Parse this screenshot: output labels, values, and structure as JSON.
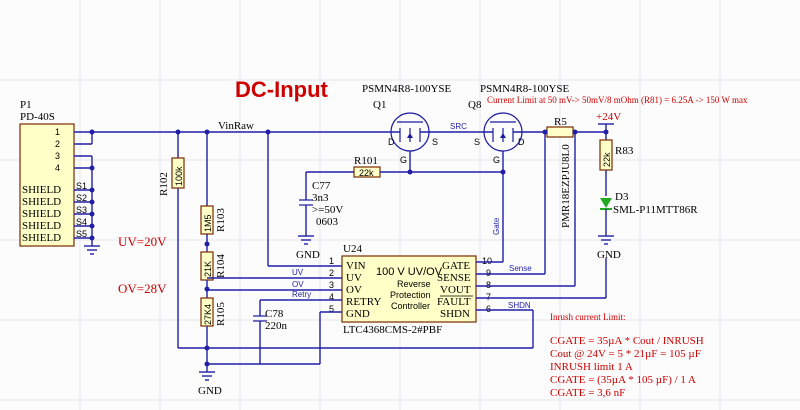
{
  "title": "DC-Input",
  "connector": {
    "ref": "P1",
    "part": "PD-40S",
    "pins": [
      "1",
      "2",
      "3",
      "4"
    ],
    "shields": [
      {
        "label": "SHIELD",
        "pin": "S1"
      },
      {
        "label": "SHIELD",
        "pin": "S2"
      },
      {
        "label": "SHIELD",
        "pin": "S3"
      },
      {
        "label": "SHIELD",
        "pin": "S4"
      },
      {
        "label": "SHIELD",
        "pin": "S5"
      }
    ]
  },
  "nets": {
    "vinraw": "VinRaw",
    "plus24": "+24V",
    "src": "SRC",
    "gate": "Gate",
    "sense": "Sense",
    "uv": "UV",
    "ov": "OV",
    "retry": "Retry",
    "shdn": "SHDN",
    "gnd_c77": "GND",
    "gnd_d3": "GND",
    "gnd_main": "GND"
  },
  "labels": {
    "uv_set": "UV=20V",
    "ov_set": "OV=28V",
    "current_limit": "Current Limit at 50 mV-> 50mV/8 mOhm (R81) = 6.25A -> 150 W max"
  },
  "q1": {
    "part": "PSMN4R8-100YSE",
    "ref": "Q1",
    "d": "D",
    "s": "S",
    "g": "G"
  },
  "q8": {
    "part": "PSMN4R8-100YSE",
    "ref": "Q8",
    "d": "D",
    "s": "S",
    "g": "G"
  },
  "r5": {
    "ref": "R5",
    "value": "PMR18EZPJU8L0"
  },
  "r83": {
    "ref": "R83",
    "value": "22k"
  },
  "d3": {
    "ref": "D3",
    "value": "SML-P11MTT86R"
  },
  "r101": {
    "ref": "R101",
    "value": "22k"
  },
  "c77": {
    "ref": "C77",
    "value": "3n3",
    "voltage": ">=50V",
    "package": "0603"
  },
  "r102": {
    "ref": "R102",
    "value": "100k"
  },
  "r103": {
    "ref": "R103",
    "value": "1M5"
  },
  "r104": {
    "ref": "R104",
    "value": "21K"
  },
  "r105": {
    "ref": "R105",
    "value": "27K4"
  },
  "c78": {
    "ref": "C78",
    "value": "220n"
  },
  "ic": {
    "ref": "U24",
    "part": "LTC4368CMS-2#PBF",
    "desc1": "100 V UV/OV",
    "desc2": "Reverse",
    "desc3": "Protection",
    "desc4": "Controller",
    "left_pins": [
      {
        "num": "1",
        "name": "VIN"
      },
      {
        "num": "2",
        "name": "UV"
      },
      {
        "num": "3",
        "name": "OV"
      },
      {
        "num": "4",
        "name": "RETRY"
      },
      {
        "num": "5",
        "name": "GND"
      }
    ],
    "right_pins": [
      {
        "num": "10",
        "name": "GATE"
      },
      {
        "num": "9",
        "name": "SENSE"
      },
      {
        "num": "8",
        "name": "VOUT"
      },
      {
        "num": "7",
        "name": "FAULT"
      },
      {
        "num": "6",
        "name": "SHDN"
      }
    ]
  },
  "notes": {
    "heading": "Inrush current Limit:",
    "lines": [
      "CGATE = 35µA * Cout / INRUSH",
      "Cout @ 24V = 5 * 21µF = 105 µF",
      "INRUSH limit 1 A",
      "CGATE = (35µA * 105 µF) / 1 A",
      "CGATE = 3,6 nF"
    ]
  },
  "colors": {
    "wire": "#1f1fa8",
    "annotation": "#cc0000",
    "body_fill": "#ffffc8",
    "body_stroke": "#7a2a00",
    "led": "#22aa22"
  }
}
